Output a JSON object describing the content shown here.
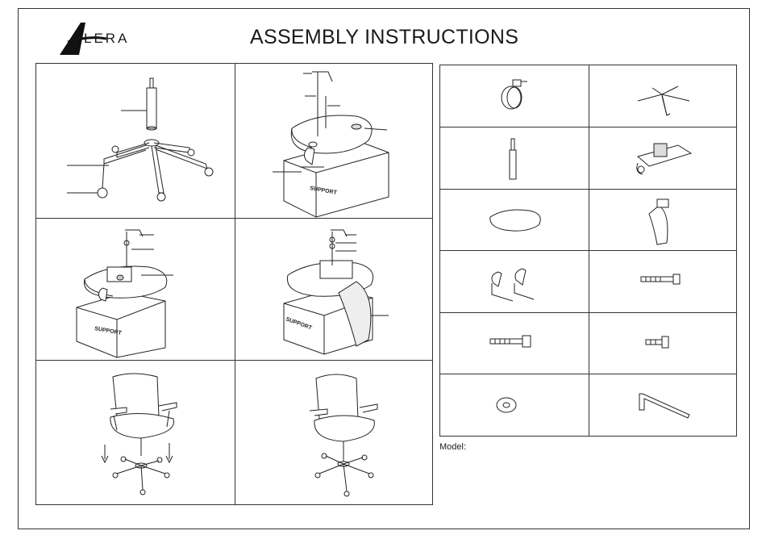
{
  "header": {
    "brand": "LERA",
    "title": "ASSEMBLY INSTRUCTIONS"
  },
  "steps": {
    "support_label": "SUPPORT"
  },
  "parts": {
    "items": [
      {
        "name": "caster"
      },
      {
        "name": "base"
      },
      {
        "name": "gas-cylinder"
      },
      {
        "name": "mechanism"
      },
      {
        "name": "seat"
      },
      {
        "name": "backrest"
      },
      {
        "name": "armrests"
      },
      {
        "name": "long-bolt"
      },
      {
        "name": "medium-bolt"
      },
      {
        "name": "short-bolt"
      },
      {
        "name": "washer"
      },
      {
        "name": "allen-key"
      }
    ]
  },
  "footer": {
    "model_label": "Model:"
  }
}
